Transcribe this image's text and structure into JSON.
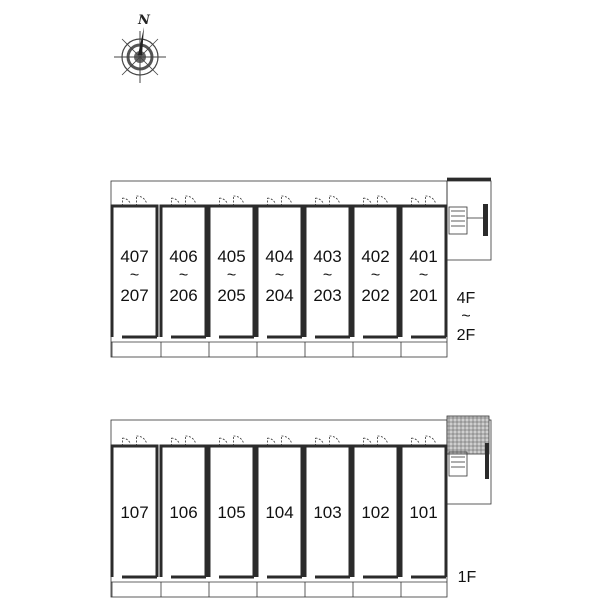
{
  "compass": {
    "north_label": "N",
    "icon": "compass-rose-icon"
  },
  "upper_block": {
    "floor_label_top": "4F",
    "floor_label_tilde": "~",
    "floor_label_bottom": "2F",
    "units": [
      {
        "top": "407",
        "tilde": "~",
        "bottom": "207"
      },
      {
        "top": "406",
        "tilde": "~",
        "bottom": "206"
      },
      {
        "top": "405",
        "tilde": "~",
        "bottom": "205"
      },
      {
        "top": "404",
        "tilde": "~",
        "bottom": "204"
      },
      {
        "top": "403",
        "tilde": "~",
        "bottom": "203"
      },
      {
        "top": "402",
        "tilde": "~",
        "bottom": "202"
      },
      {
        "top": "401",
        "tilde": "~",
        "bottom": "201"
      }
    ]
  },
  "lower_block": {
    "floor_label": "1F",
    "units": [
      "107",
      "106",
      "105",
      "104",
      "103",
      "102",
      "101"
    ]
  }
}
